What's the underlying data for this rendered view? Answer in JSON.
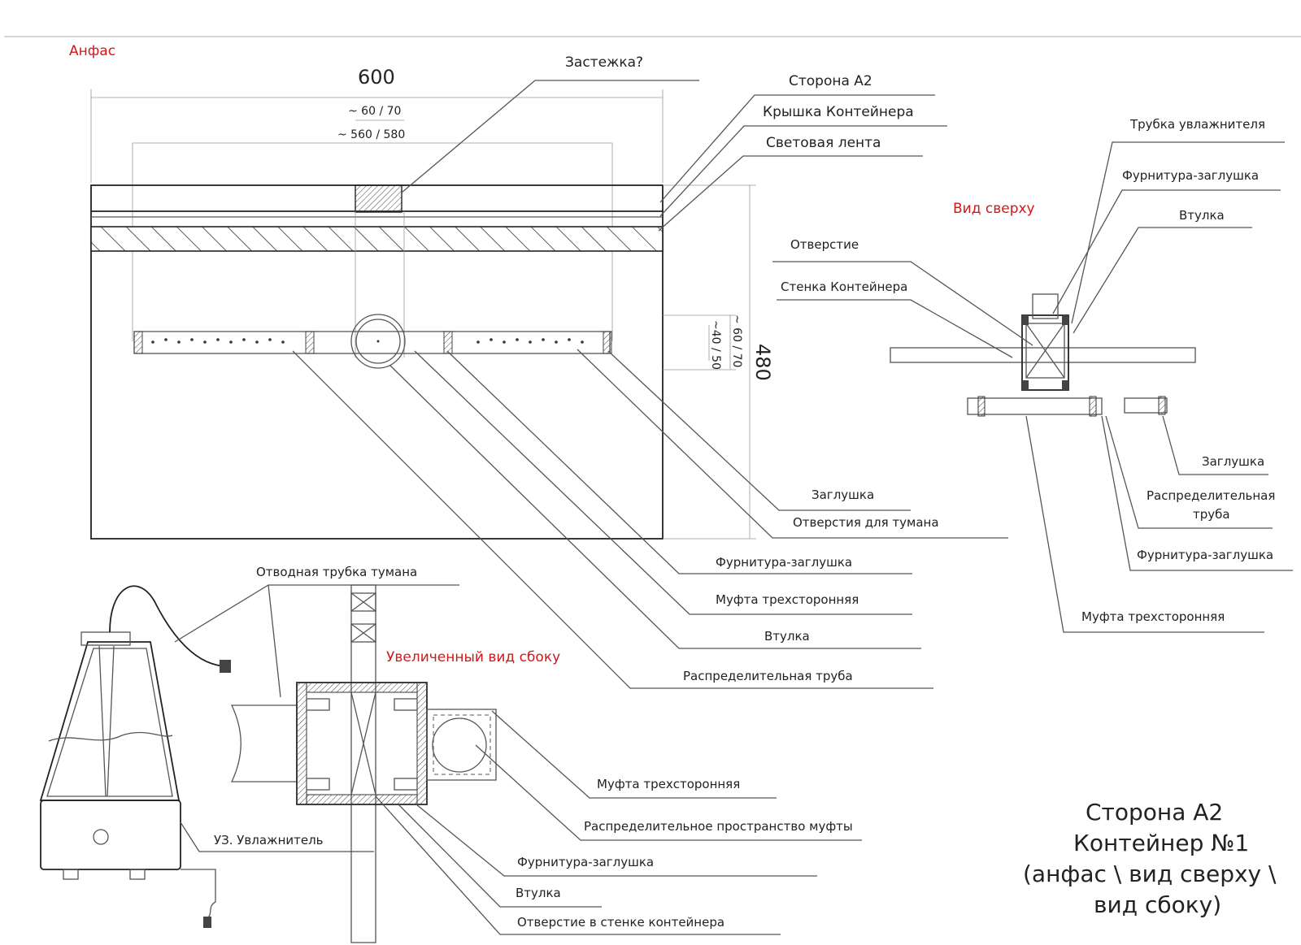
{
  "view_titles": {
    "front": "Анфас",
    "top": "Вид сверху",
    "side": "Увеличенный вид сбоку"
  },
  "dimensions": {
    "width": "600",
    "clasp_w": "~ 60 / 70",
    "inner_w": "~ 560 / 580",
    "height": "480",
    "pipe_h1": "~ 60 / 70",
    "pipe_h2": "~40 / 50"
  },
  "front_labels": {
    "clasp": "Застежка?",
    "side": "Сторона А2",
    "lid": "Крышка Контейнера",
    "led": "Световая лента",
    "plug": "Заглушка",
    "fog_holes": "Отверстия для тумана",
    "fitting_plug": "Фурнитура-заглушка",
    "tee": "Муфта трехсторонняя",
    "bushing": "Втулка",
    "dist_pipe": "Распределительная труба"
  },
  "top_labels": {
    "hum_tube": "Трубка увлажнителя",
    "fitting_plug": "Фурнитура-заглушка",
    "bushing": "Втулка",
    "hole": "Отверстие",
    "wall": "Стенка Контейнера",
    "plug": "Заглушка",
    "dist_pipe_1": "Распределительная",
    "dist_pipe_2": "труба",
    "fitting_plug2": "Фурнитура-заглушка",
    "tee": "Муфта трехсторонняя"
  },
  "side_labels": {
    "outlet_tube": "Отводная трубка тумана",
    "humidifier": "УЗ. Увлажнитель",
    "tee": "Муфта трехсторонняя",
    "dist_space": "Распределительное пространство муфты",
    "fitting_plug": "Фурнитура-заглушка",
    "bushing": "Втулка",
    "wall_hole": "Отверстие в стенке контейнера"
  },
  "stamp": {
    "line1": "Сторона А2",
    "line2": "Контейнер №1",
    "line3": "(анфас \\ вид сверху \\",
    "line4": "вид сбоку)"
  }
}
